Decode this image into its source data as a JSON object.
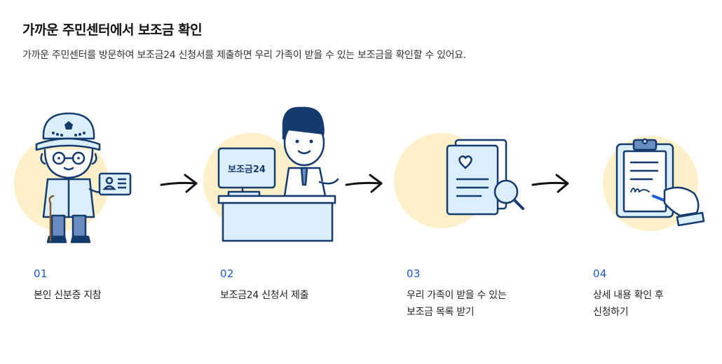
{
  "header": {
    "title": "가까운 주민센터에서 보조금 확인",
    "subtitle": "가까운 주민센터를 방문하여 보조금24 신청서를 제출하면 우리 가족이 받을 수 있는 보조금을 확인할 수 있어요."
  },
  "steps": [
    {
      "num": "01",
      "line1": "본인 신분증 지참",
      "line2": ""
    },
    {
      "num": "02",
      "line1": "보조금24 신청서 제출",
      "line2": ""
    },
    {
      "num": "03",
      "line1": "우리 가족이 받을 수 있는",
      "line2": "보조금 목록 받기"
    },
    {
      "num": "04",
      "line1": "상세 내용 확인 후",
      "line2": "신청하기"
    }
  ],
  "monitor_text": "보조금24",
  "colors": {
    "accent": "#1a5bd6",
    "circle": "#fdf0c8",
    "navy": "#143a6e",
    "light_blue": "#dbeefc"
  },
  "icons": [
    "elderly-person-icon",
    "id-card-icon",
    "clerk-desk-icon",
    "document-search-icon",
    "clipboard-sign-icon",
    "arrow-right-icon"
  ]
}
